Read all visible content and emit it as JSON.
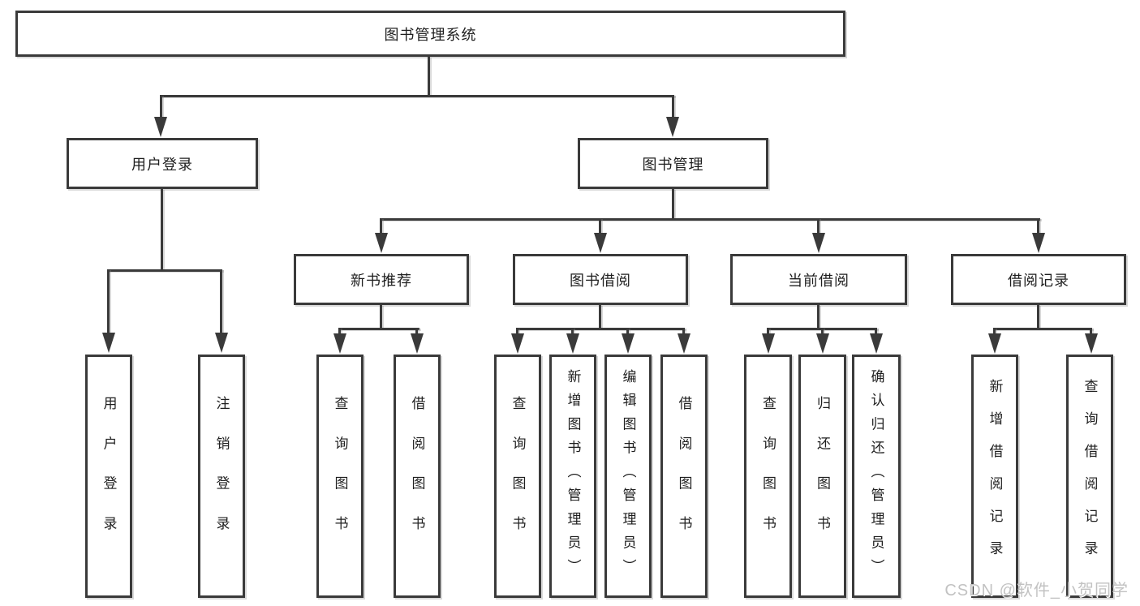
{
  "page": {
    "background": "#ffffff"
  },
  "colors": {
    "line": "#3a3a3a",
    "box_border": "#3a3a3a",
    "box_fill": "#ffffff",
    "text": "#1f1f1f",
    "watermark": "#c2c2c2"
  },
  "tree": {
    "root": "图书管理系统",
    "branches": [
      {
        "label": "用户登录",
        "children": [
          "用户登录",
          "注销登录"
        ]
      },
      {
        "label": "图书管理",
        "sections": [
          {
            "label": "新书推荐",
            "children": [
              "查询图书",
              "借阅图书"
            ]
          },
          {
            "label": "图书借阅",
            "children": [
              "查询图书",
              "新增图书（管理员）",
              "编辑图书（管理员）",
              "借阅图书"
            ]
          },
          {
            "label": "当前借阅",
            "children": [
              "查询图书",
              "归还图书",
              "确认归还（管理员）"
            ]
          },
          {
            "label": "借阅记录",
            "children": [
              "新增借阅记录",
              "查询借阅记录"
            ]
          }
        ]
      }
    ]
  },
  "watermark": "CSDN @软件_小贺同学"
}
